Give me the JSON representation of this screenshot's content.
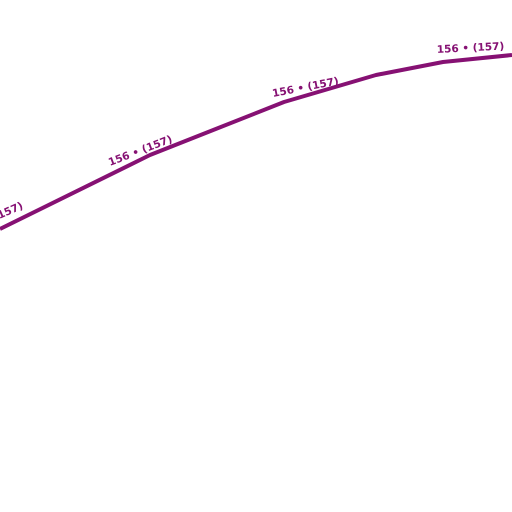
{
  "map": {
    "background_color": "#ffffff",
    "road": {
      "color": "#861173",
      "labels": [
        {
          "text": "(157)"
        },
        {
          "text": "156 •  (157)"
        },
        {
          "text": "156 •  (157)"
        },
        {
          "text": "156 •  (157)"
        }
      ]
    }
  }
}
